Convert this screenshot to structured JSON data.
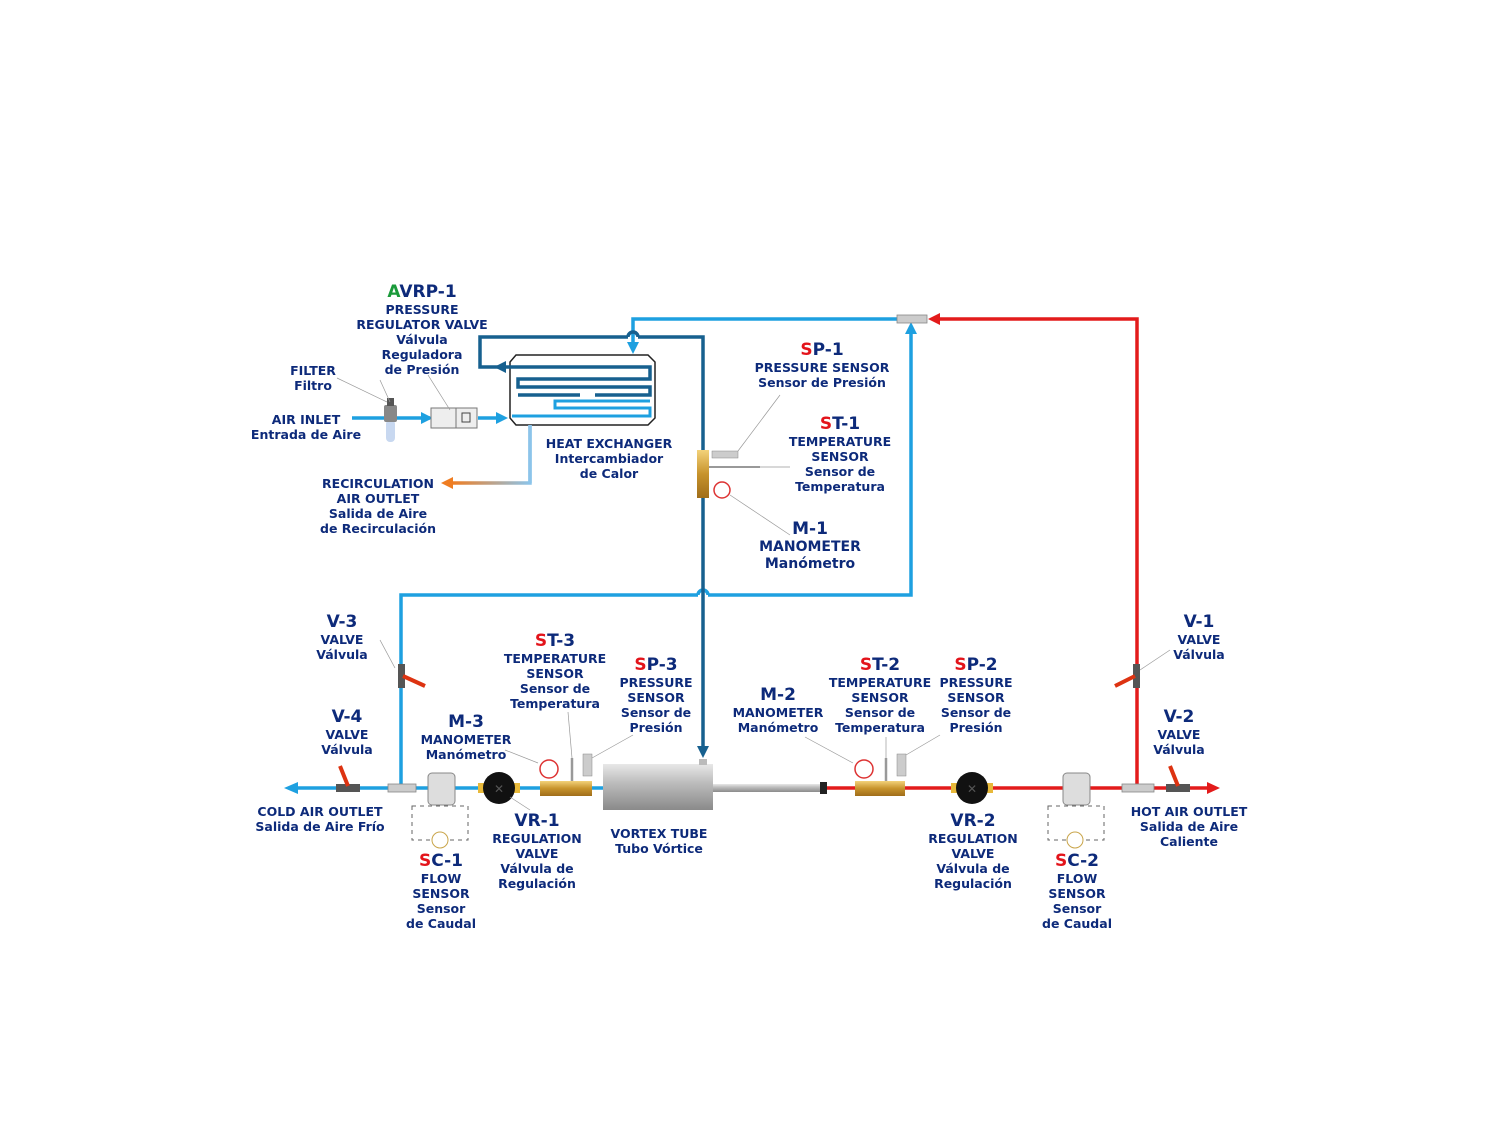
{
  "colors": {
    "cold": "#1ea0e0",
    "dark": "#17608f",
    "hot": "#e31b1b",
    "text": "#0d2a7a",
    "code_prefix": "#e3141b",
    "avrp_prefix": "#1a9a3a",
    "recirc": "#ef7d22"
  },
  "labels": {
    "avrp1": {
      "pre": "A",
      "rest": "VRP-1",
      "lines": [
        "PRESSURE",
        "REGULATOR VALVE",
        "Válvula",
        "Reguladora",
        "de Presión"
      ]
    },
    "filter": {
      "lines": [
        "FILTER",
        "Filtro"
      ]
    },
    "air_inlet": {
      "lines": [
        "AIR INLET",
        "Entrada de Aire"
      ]
    },
    "recirc": {
      "lines": [
        "RECIRCULATION",
        "AIR OUTLET",
        "Salida de Aire",
        "de Recirculación"
      ]
    },
    "heat_exchanger": {
      "lines": [
        "HEAT EXCHANGER",
        "Intercambiador",
        "de Calor"
      ]
    },
    "sp1": {
      "pre": "S",
      "rest": "P-1",
      "lines": [
        "PRESSURE SENSOR",
        "Sensor de Presión"
      ]
    },
    "st1": {
      "pre": "S",
      "rest": "T-1",
      "lines": [
        "TEMPERATURE",
        "SENSOR",
        "Sensor de",
        "Temperatura"
      ]
    },
    "m1": {
      "code": "M-1",
      "lines": [
        "MANOMETER",
        "Manómetro"
      ]
    },
    "v3": {
      "code": "V-3",
      "lines": [
        "VALVE",
        "Válvula"
      ]
    },
    "v4": {
      "code": "V-4",
      "lines": [
        "VALVE",
        "Válvula"
      ]
    },
    "m3": {
      "code": "M-3",
      "lines": [
        "MANOMETER",
        "Manómetro"
      ]
    },
    "st3": {
      "pre": "S",
      "rest": "T-3",
      "lines": [
        "TEMPERATURE",
        "SENSOR",
        "Sensor de",
        "Temperatura"
      ]
    },
    "sp3": {
      "pre": "S",
      "rest": "P-3",
      "lines": [
        "PRESSURE",
        "SENSOR",
        "Sensor de",
        "Presión"
      ]
    },
    "cold_outlet": {
      "lines": [
        "COLD AIR OUTLET",
        "Salida de Aire Frío"
      ]
    },
    "sc1": {
      "pre": "S",
      "rest": "C-1",
      "lines": [
        "FLOW",
        "SENSOR",
        "Sensor",
        "de Caudal"
      ]
    },
    "vr1": {
      "code": "VR-1",
      "lines": [
        "REGULATION",
        "VALVE",
        "Válvula de",
        "Regulación"
      ]
    },
    "vortex": {
      "lines": [
        "VORTEX TUBE",
        "Tubo Vórtice"
      ]
    },
    "m2": {
      "code": "M-2",
      "lines": [
        "MANOMETER",
        "Manómetro"
      ]
    },
    "st2": {
      "pre": "S",
      "rest": "T-2",
      "lines": [
        "TEMPERATURE",
        "SENSOR",
        "Sensor de",
        "Temperatura"
      ]
    },
    "sp2": {
      "pre": "S",
      "rest": "P-2",
      "lines": [
        "PRESSURE",
        "SENSOR",
        "Sensor de",
        "Presión"
      ]
    },
    "vr2": {
      "code": "VR-2",
      "lines": [
        "REGULATION",
        "VALVE",
        "Válvula de",
        "Regulación"
      ]
    },
    "sc2": {
      "pre": "S",
      "rest": "C-2",
      "lines": [
        "FLOW",
        "SENSOR",
        "Sensor",
        "de Caudal"
      ]
    },
    "v1": {
      "code": "V-1",
      "lines": [
        "VALVE",
        "Válvula"
      ]
    },
    "v2": {
      "code": "V-2",
      "lines": [
        "VALVE",
        "Válvula"
      ]
    },
    "hot_outlet": {
      "lines": [
        "HOT AIR OUTLET",
        "Salida de Aire",
        "Caliente"
      ]
    }
  }
}
